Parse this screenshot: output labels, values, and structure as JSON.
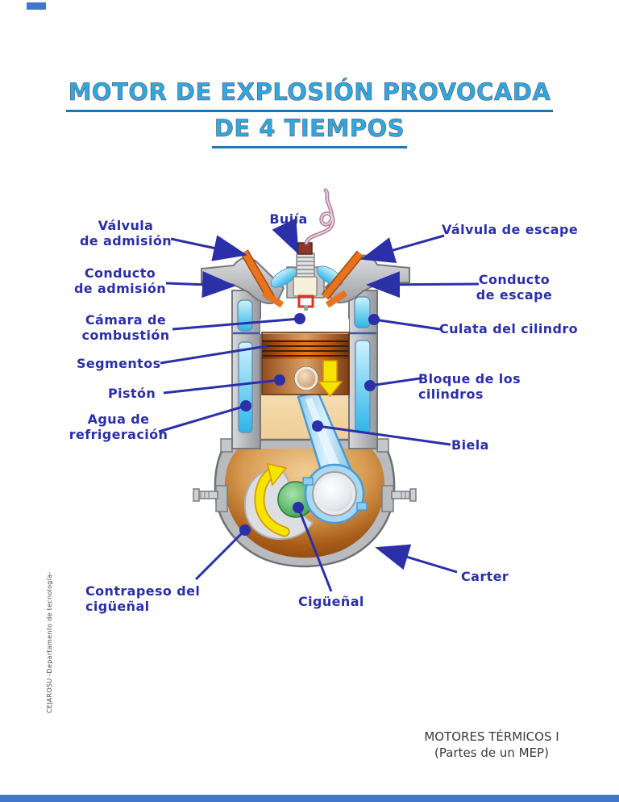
{
  "page": {
    "title": {
      "line1": "MOTOR DE EXPLOSIÓN PROVOCADA",
      "line2": "DE 4 TIEMPOS"
    },
    "side_note": "CEJAROSU -Departamento de tecnología-",
    "footer": {
      "line1": "MOTORES TÉRMICOS I",
      "line2": "(Partes de un MEP)"
    }
  },
  "colors": {
    "title_blue": "#2fa7e0",
    "title_underline": "#1c77b8",
    "label_blue": "#2b2fa8",
    "edge_bar_blue": "#4276c9",
    "valve_orange": "#e8731e",
    "metal_gray": "#b9bbbe",
    "water_blue": "#35b6e8",
    "piston_copper": "#c08048",
    "rod_blue": "#a8d8f2",
    "crank_brown": "#a85c18",
    "crank_green": "#3fae49",
    "arrow_yellow": "#f5e400"
  },
  "diagram": {
    "labels": [
      {
        "id": "valvula-admision",
        "text": "Válvula\nde admisión"
      },
      {
        "id": "bujia",
        "text": "Bujía"
      },
      {
        "id": "valvula-escape",
        "text": "Válvula de escape"
      },
      {
        "id": "conducto-admision",
        "text": "Conducto\nde admisión"
      },
      {
        "id": "conducto-escape",
        "text": "Conducto\nde escape"
      },
      {
        "id": "camara-combustion",
        "text": "Cámara de\ncombustión"
      },
      {
        "id": "culata",
        "text": "Culata del cilindro"
      },
      {
        "id": "segmentos",
        "text": "Segmentos"
      },
      {
        "id": "bloque",
        "text": "Bloque de los cilindros"
      },
      {
        "id": "piston",
        "text": "Pistón"
      },
      {
        "id": "agua",
        "text": "Agua de\nrefrigeración"
      },
      {
        "id": "biela",
        "text": "Biela"
      },
      {
        "id": "contrapeso",
        "text": "Contrapeso del cigüeñal"
      },
      {
        "id": "ciguenal",
        "text": "Cigüeñal"
      },
      {
        "id": "carter",
        "text": "Carter"
      }
    ]
  }
}
